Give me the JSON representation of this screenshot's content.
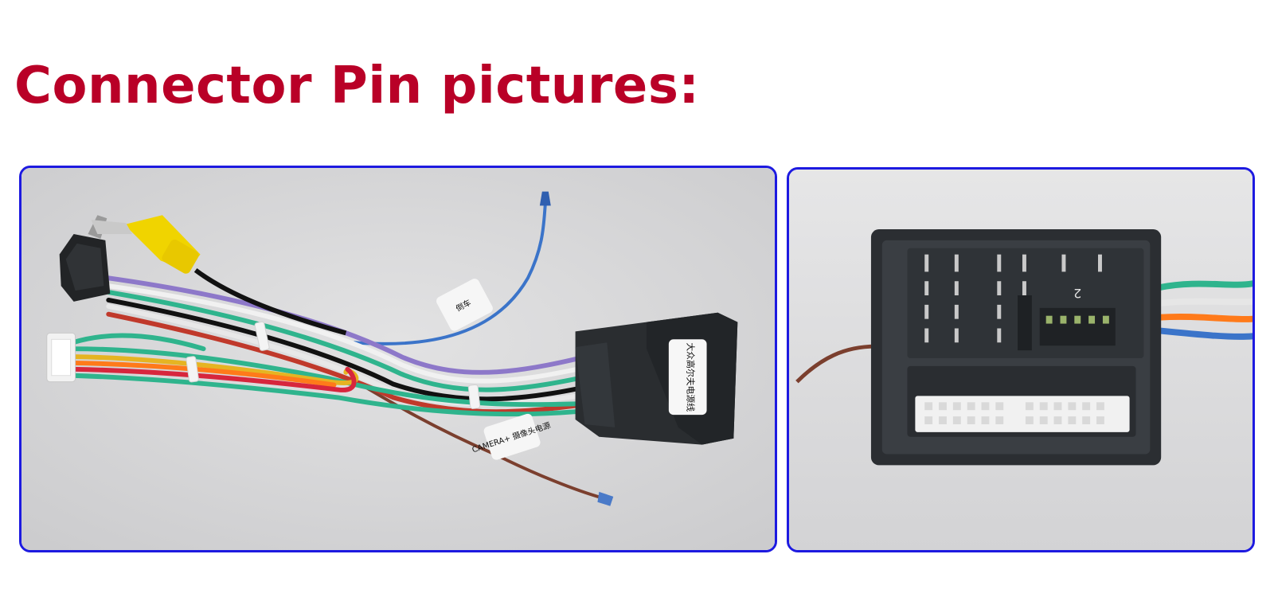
{
  "title": "Connector Pin pictures:",
  "accent_colors": {
    "title": "#b90027",
    "frame_border": "#1d1ae0"
  },
  "photos": {
    "left": {
      "subject": "wiring harness with connectors",
      "tags": {
        "tag1": "大众高尔夫电源线",
        "tag2": "倒车",
        "tag3": "CAMERA+ 摄像头电源"
      }
    },
    "right": {
      "subject": "connector pin face close-up",
      "printed_mark": "2"
    }
  }
}
